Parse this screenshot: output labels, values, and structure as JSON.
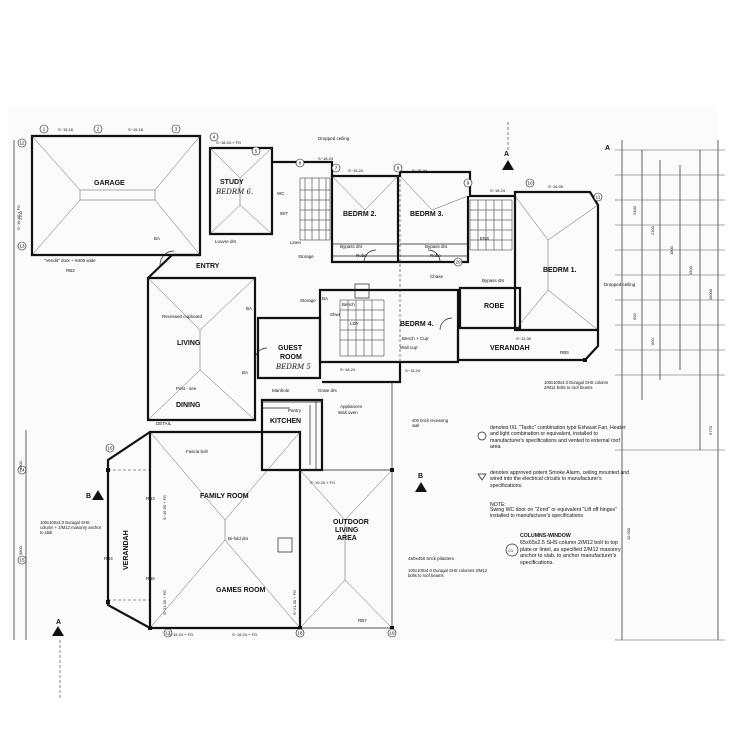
{
  "rooms": {
    "garage": "GARAGE",
    "study": "STUDY",
    "study_hand": "BEDRM 6.",
    "bed2": "BEDRM 2.",
    "bed3": "BEDRM 3.",
    "bed1": "BEDRM 1.",
    "bed4": "BEDRM 4.",
    "robe": "ROBE",
    "entry": "ENTRY",
    "living": "LIVING",
    "dining": "DINING",
    "detail": "DETAIL",
    "guest1": "GUEST",
    "guest2": "ROOM",
    "guest_hand": "BEDRM 5",
    "kitchen": "KITCHEN",
    "family": "FAMILY ROOM",
    "games": "GAMES ROOM",
    "outdoor1": "OUTDOOR",
    "outdoor2": "LIVING",
    "outdoor3": "AREA",
    "verandah_right": "VERANDAH",
    "verandah_left": "VERANDAH",
    "wc": "WC",
    "wit": "WIT",
    "ens": "ENS",
    "lndy": "LDY"
  },
  "fixtures": {
    "linen": "Linen",
    "storage": "Storage",
    "bypass1": "Bypass drs",
    "bypass2": "Bypass drs",
    "bypass3": "Bypass drs",
    "robe_a": "Robe",
    "robe_b": "Robe",
    "garage_door": "\"Vendit\" door ~ 8400 wide",
    "appliances": "Appliances",
    "wall_oven": "Wall oven",
    "bench_cup": "Bench + Cup'",
    "wall_cup": "Wall cup'",
    "bench": "Bench",
    "shwr": "Shwr",
    "storage2": "Storage",
    "pantry": "Pantry",
    "hatch": "Manhole",
    "bifold": "Bi-fold drs",
    "louvre": "Louvre drs",
    "chase": "Chase"
  },
  "codes": {
    "rb2": "RB2",
    "rb5": "RB5",
    "rb3": "RB3",
    "rb4": "RB4",
    "rb6": "RB6",
    "rb7": "RB7",
    "ba1": "BA",
    "ba2": "BA",
    "ba3": "BA",
    "ba4": "BA",
    "b1": "B",
    "b2": "B",
    "a1": "A",
    "a2": "A",
    "a3": "A"
  },
  "dims": {
    "d1": "S~15.16",
    "d2": "S~15.16",
    "d3": "S~18.24 + FG",
    "d4": "S~15.24",
    "d5": "S~15.24",
    "d6": "S~16.05",
    "d7": "S~18.24",
    "d8": "S~15.24 + FG",
    "d9": "S~18.24 + FG",
    "d10": "S~16.90 + FG",
    "d11": "S~21.30 + FG",
    "d12": "S~21.30 + FG",
    "d13": "S~10.24 + FG",
    "d14": "S~18.24",
    "d15": "S~15.24",
    "d16": "S~12.30",
    "d17": "S~16.90 + FG",
    "d18": "S~18.24"
  },
  "notes": {
    "dropped_ceiling": "Dropped ceiling",
    "dropped_ceiling2": "Dropped ceiling",
    "recessed": "Recessed cupboard",
    "post": "Post - see",
    "fascia": "Fascia bolt",
    "beam_left": "100x100x4.0 Duragal SHS column + 2/M12 masonry anchor to slab",
    "column_right": "100x100x4.0 Duragal SHS column 2/M12 bolts to roof beams",
    "beam_mid": "400 brick recessing wall",
    "outdoor_posts": "100x100x4.0 Duragal SHS columns 2/M12 bolts to roof beams",
    "slab_piers": "450x450 brick pilasters",
    "grate": "Grate drs",
    "ixl": "denotes IXL \"Tastic\" combination type Exhaust Fan, Heater and light combination or equivalent, installed to manufacturer's specifications and vented to external roof area",
    "smoke": "denotes approved potent Smoke Alarm, ceiling mounted and wired into the electrical circuits to manufacturer's specifications.",
    "note_head": "NOTE:",
    "note_body": "Swing WC door on \"Zenit\" or equivalent \"Lift off hinges\" installed to manufacturer's specifications",
    "columns_head": "COLUMNS-WINDOW",
    "columns_body": "65x65x2.5 SHS column 2/M12 bolt to top plate or lintel, as specified 2/M12 masonry anchor to slab, to anchor manufacturer's specifications.",
    "c1": "C1"
  },
  "schedule": {
    "row1": "2400",
    "row2": "2100",
    "row3": "1800",
    "row4": "1500",
    "row5": "900",
    "row6": "600",
    "total1": "16000",
    "total2": "9770",
    "total3": "16 000",
    "left1": "2700",
    "left2": "4800",
    "left3": "5800"
  },
  "grid": [
    "1",
    "2",
    "3",
    "4",
    "5",
    "6",
    "7",
    "8",
    "9",
    "10",
    "11",
    "12",
    "13",
    "14",
    "15",
    "16",
    "17",
    "18",
    "19",
    "20"
  ]
}
